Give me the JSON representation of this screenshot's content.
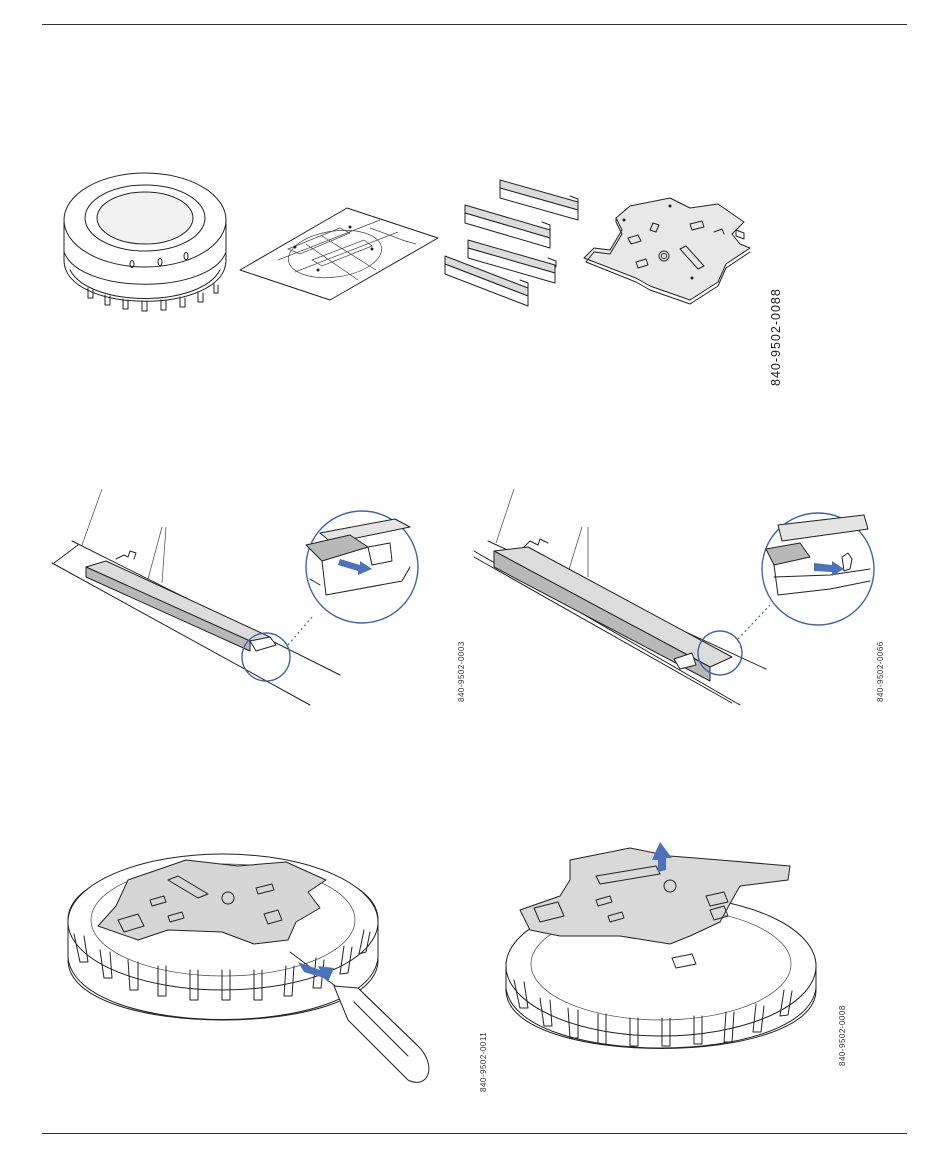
{
  "figure_codes": {
    "contents": "840-9502-0088",
    "rail_install_1": "840-9502-0003",
    "rail_install_2": "840-9502-0066",
    "remove_plate_screwdriver": "840-9502-0011",
    "remove_plate_lift": "840-9502-0008"
  },
  "colors": {
    "accent_blue": "#4a72bd",
    "rule": "#333333"
  }
}
